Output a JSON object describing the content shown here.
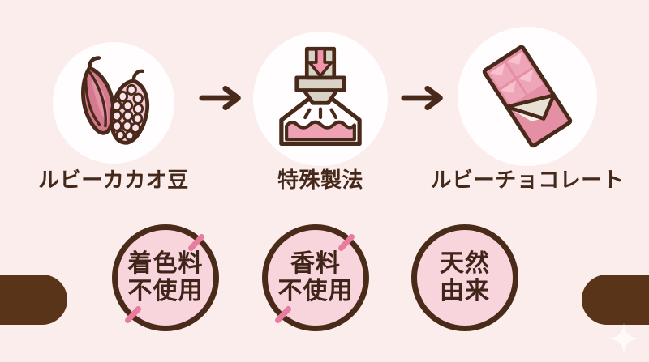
{
  "flow": {
    "steps": [
      {
        "id": "cacao",
        "label": "ルビーカカオ豆",
        "icon": "cacao-pod-and-bean-icon"
      },
      {
        "id": "process",
        "label": "特殊製法",
        "icon": "press-machine-icon"
      },
      {
        "id": "chocolate",
        "label": "ルビーチョコレート",
        "icon": "chocolate-bar-icon"
      }
    ],
    "connector": "right-arrow-icon"
  },
  "badges": [
    {
      "id": "no-coloring",
      "lines": [
        "着色料",
        "不使用"
      ]
    },
    {
      "id": "no-fragrance",
      "lines": [
        "香料",
        "不使用"
      ]
    },
    {
      "id": "natural",
      "lines": [
        "天然",
        "由来"
      ]
    }
  ],
  "colors": {
    "background": "#fbedec",
    "outline_brown": "#48291a",
    "text_brown": "#3f2519",
    "pill_brown": "#5a3419",
    "badge_fill": "#f8d5dc",
    "badge_dash_pink": "#e87c9d",
    "icon_circle_white": "#fffdfd",
    "ruby_pink": "#d5798e",
    "light_pink": "#f4cbd5",
    "machine_grey": "#d9d2c6",
    "liquid_pink": "#f0a2b5",
    "bar_pink": "#e58fa4",
    "wrapper_grey": "#e7e1d4"
  }
}
